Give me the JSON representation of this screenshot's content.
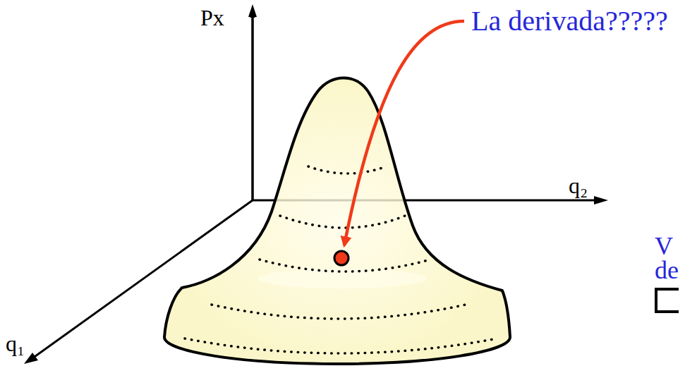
{
  "diagram": {
    "labels": [
      "Px",
      "La derivada?????",
      "q₂",
      "V",
      "de",
      "q₁"
    ]
  }
}
